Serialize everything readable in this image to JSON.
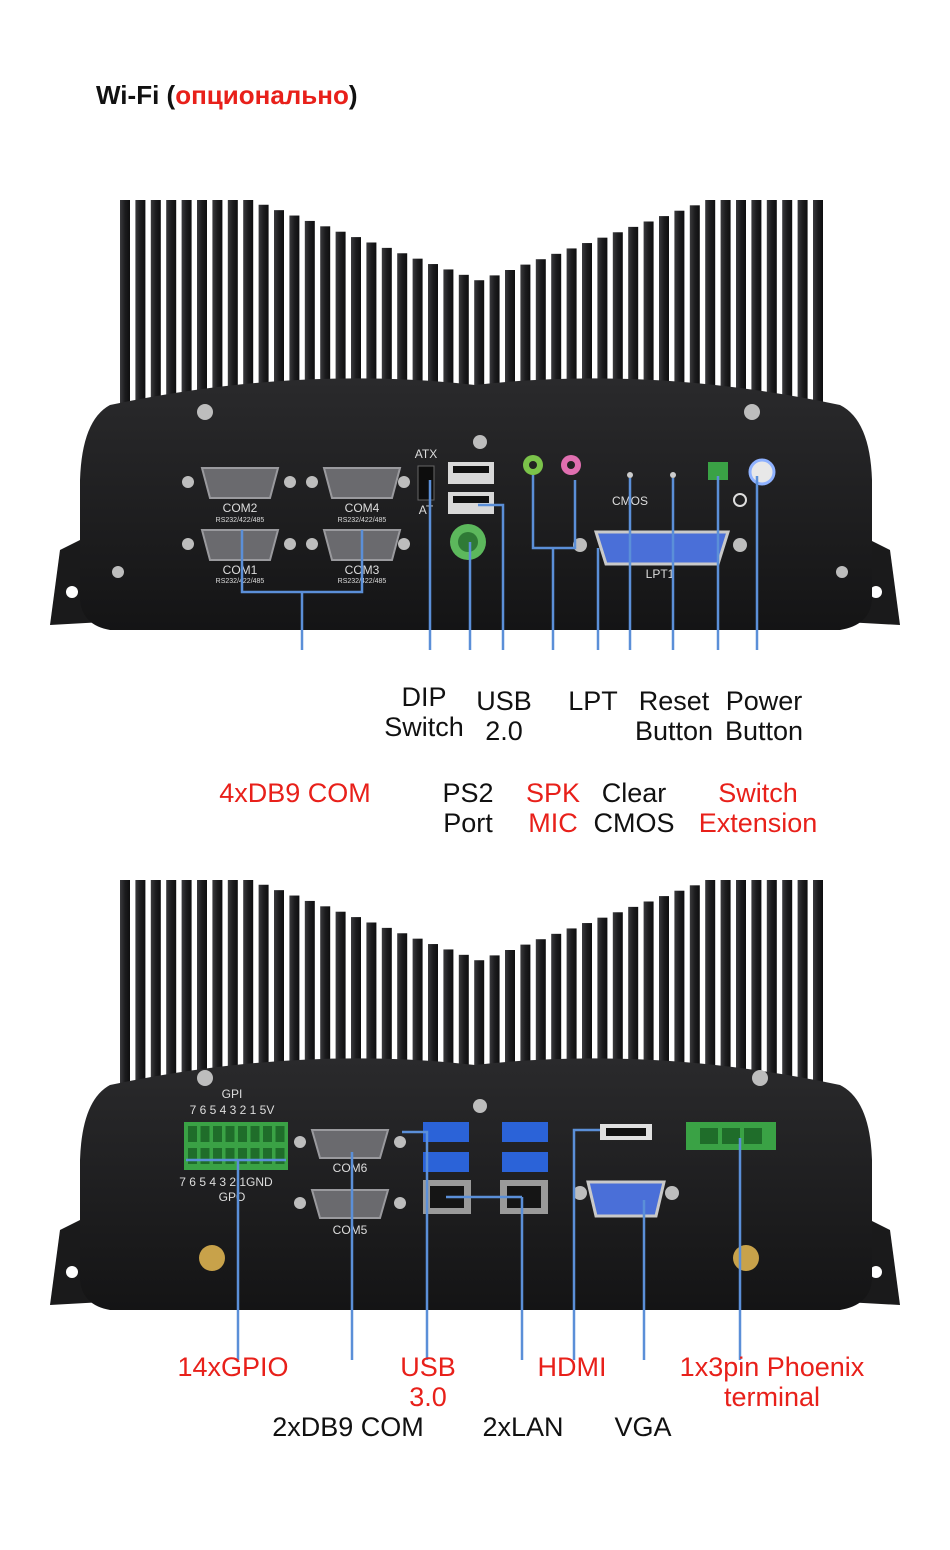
{
  "title": {
    "main": "Wi-Fi (",
    "optional": "опционально",
    "close": ")"
  },
  "colors": {
    "accent_red": "#e8201a",
    "callout_line": "#5b8fd8",
    "body": "#1e1e20"
  },
  "top_panel": {
    "port_labels": {
      "com2": "COM2",
      "com4": "COM4",
      "com1": "COM1",
      "com3": "COM3",
      "rs": "RS232/422/485",
      "atx": "ATX",
      "at": "AT",
      "cmos": "CMOS",
      "lpt": "LPT1"
    },
    "callouts": {
      "dip_1": "DIP",
      "dip_2": "Switch",
      "usb2_1": "USB",
      "usb2_2": "2.0",
      "lpt": "LPT",
      "reset_1": "Reset",
      "reset_2": "Button",
      "power_1": "Power",
      "power_2": "Button",
      "com4x": "4xDB9 COM",
      "ps2_1": "PS2",
      "ps2_2": "Port",
      "spk": "SPK",
      "mic": "MIC",
      "clear_1": "Clear",
      "clear_2": "CMOS",
      "switch_1": "Switch",
      "switch_2": "Extension"
    }
  },
  "bottom_panel": {
    "port_labels": {
      "gpi": "GPI",
      "gpi_pins": "7 6 5 4 3 2 1 5V",
      "gpo_pins": "7 6 5 4 3 2 1GND",
      "gpo": "GPO",
      "com6": "COM6",
      "com5": "COM5"
    },
    "callouts": {
      "gpio": "14xGPIO",
      "usb3_1": "USB",
      "usb3_2": "3.0",
      "hdmi": "HDMI",
      "phoenix_1": "1x3pin Phoenix",
      "phoenix_2": "terminal",
      "com2x": "2xDB9 COM",
      "lan": "2xLAN",
      "vga": "VGA"
    }
  }
}
